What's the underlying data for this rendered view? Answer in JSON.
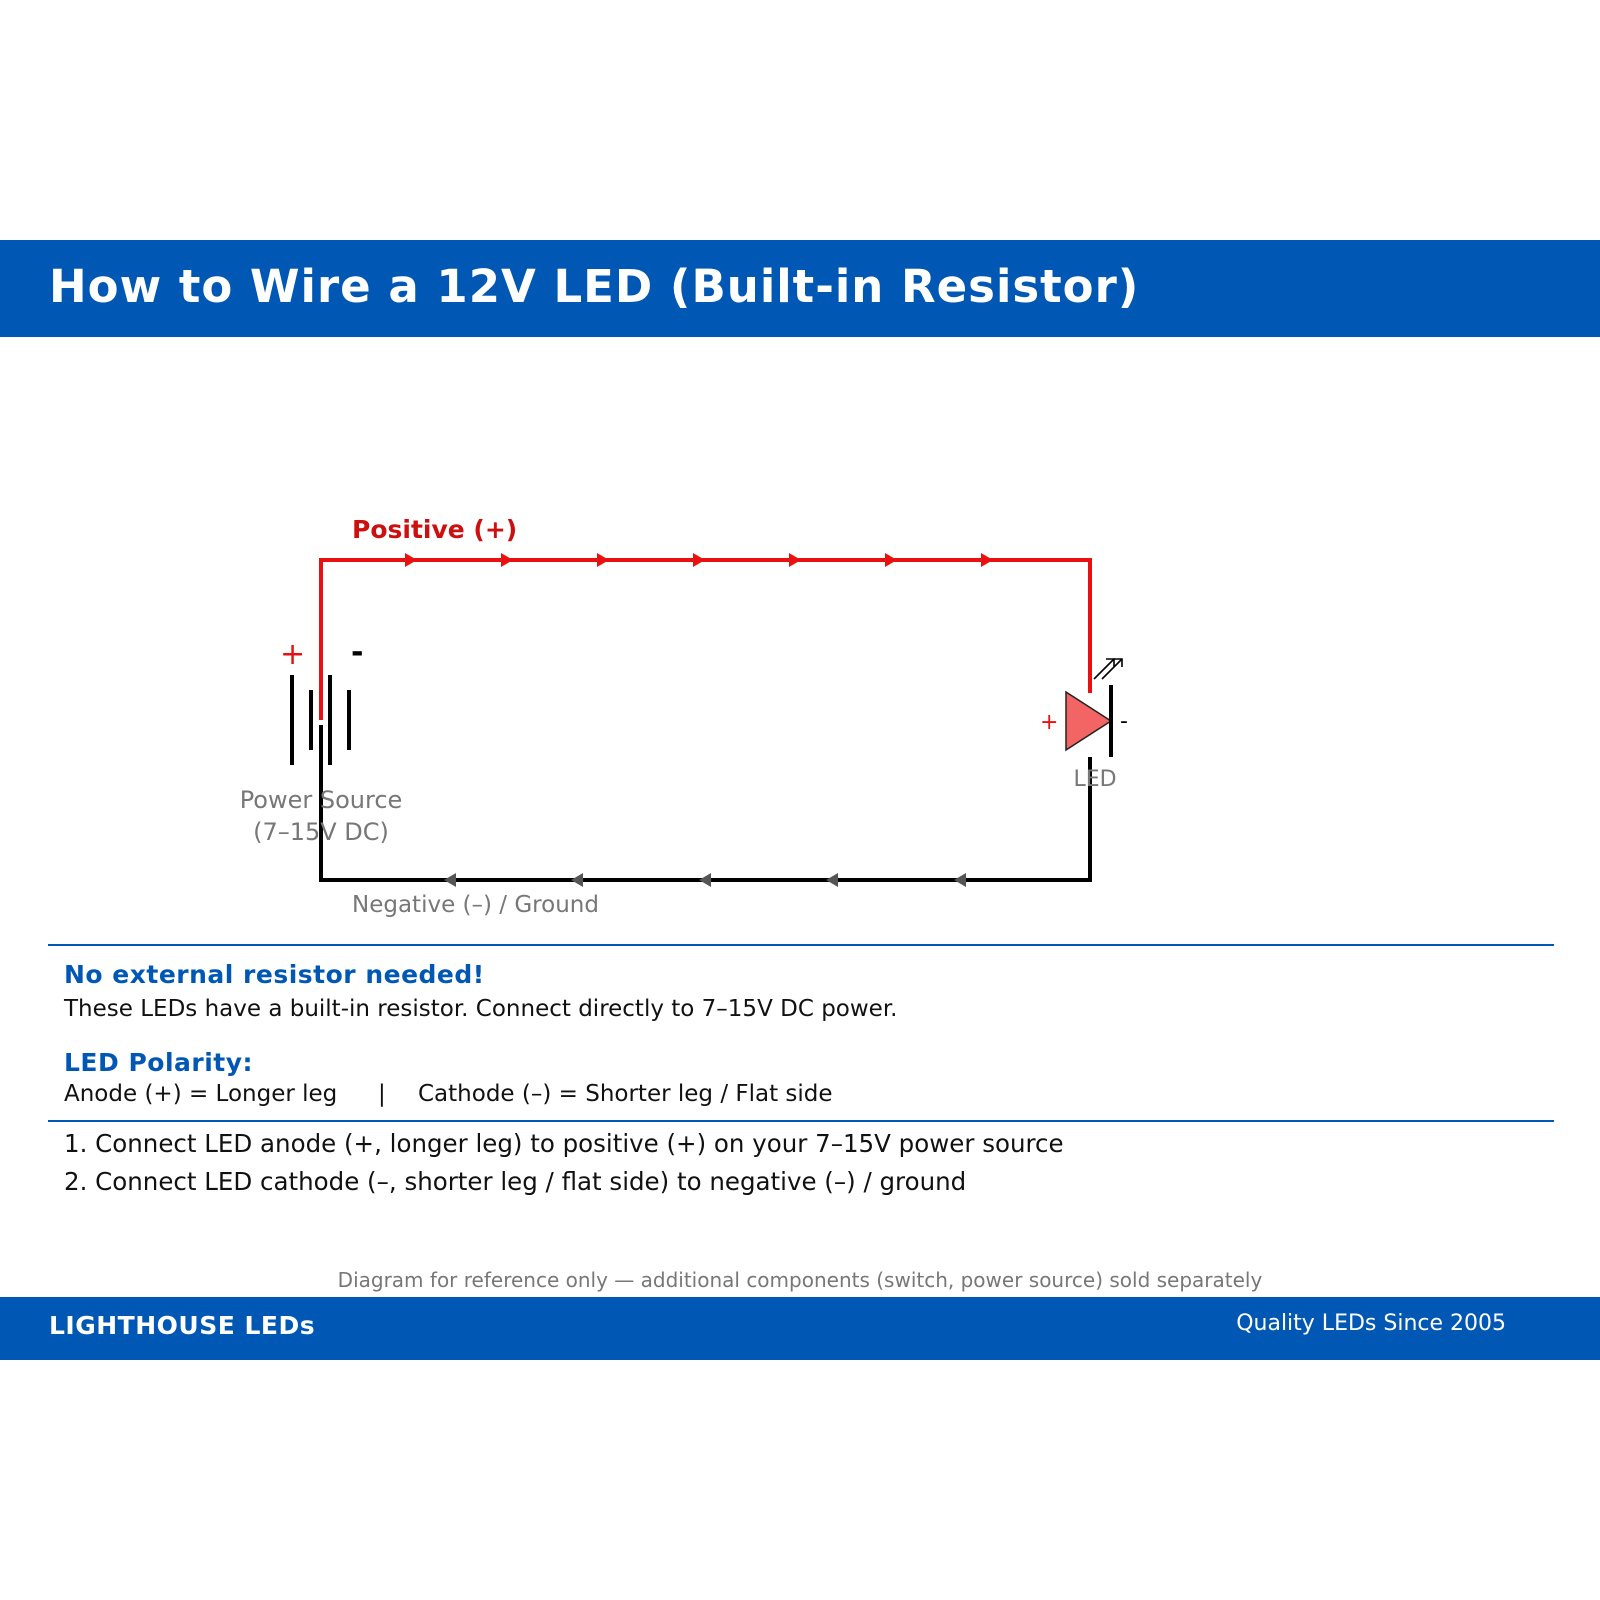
{
  "header": {
    "title": "How to Wire a 12V LED (Built-in Resistor)"
  },
  "diagram": {
    "positive_wire_label": "Positive (+)",
    "negative_wire_label": "Negative (–) / Ground",
    "battery": {
      "plus_sign": "+",
      "minus_sign": "-",
      "label_line1": "Power Source",
      "label_line2": "(7–15V DC)"
    },
    "led": {
      "plus_sign": "+",
      "minus_sign": "-",
      "label": "LED"
    },
    "colors": {
      "positive": "#e81010",
      "negative": "#000000",
      "led_fill": "#f36464",
      "label_gray": "#777777",
      "accent": "#0058b4"
    }
  },
  "info": {
    "heading": "No external resistor needed!",
    "text": "These LEDs have a built-in resistor. Connect directly to 7–15V DC power."
  },
  "polarity": {
    "heading": "LED Polarity:",
    "anode": "Anode (+) = Longer leg",
    "separator": "|",
    "cathode": "Cathode (–) = Shorter leg / Flat side"
  },
  "steps": [
    "1. Connect LED anode (+, longer leg) to positive (+) on your 7–15V power source",
    "2. Connect LED cathode (–, shorter leg / flat side) to negative (–) / ground"
  ],
  "disclaimer": "Diagram for reference only — additional components (switch, power source) sold separately",
  "footer": {
    "brand": "LIGHTHOUSE LEDs",
    "tagline": "Quality LEDs Since 2005"
  }
}
